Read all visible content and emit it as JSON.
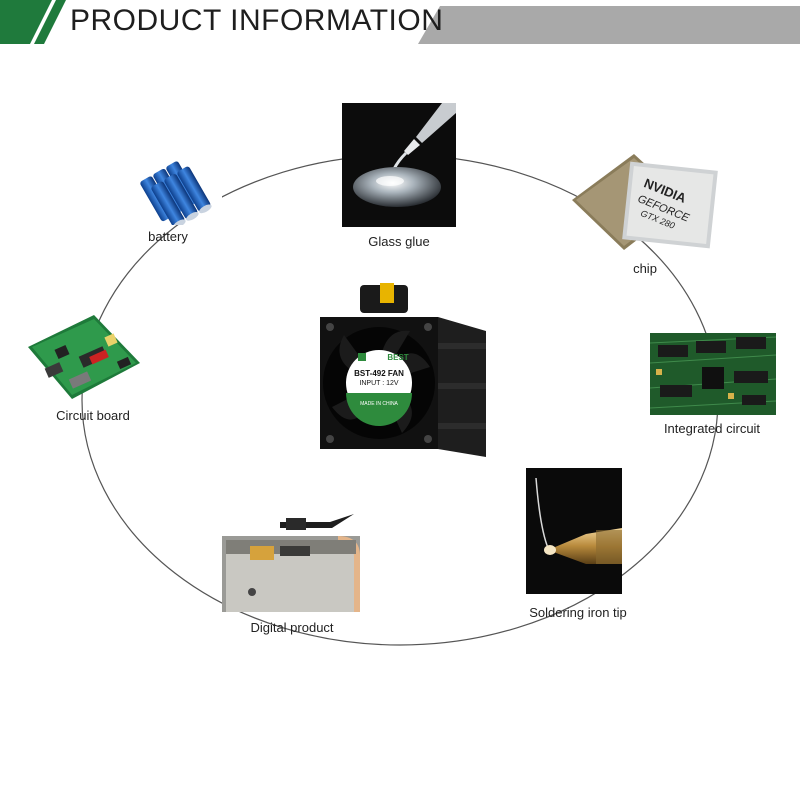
{
  "header": {
    "title": "PRODUCT INFORMATION",
    "accent_color": "#1f7a3c",
    "bar_color": "#a9a9a9"
  },
  "center_product": {
    "brand_text": "BEST",
    "model": "BST-492 FAN",
    "input": "INPUT : 12V",
    "origin": "MADE IN CHINA",
    "label_color": "#2e8b3d"
  },
  "applications": [
    {
      "name": "battery",
      "icon": "battery-cells"
    },
    {
      "name": "Glass glue",
      "icon": "glue-drop"
    },
    {
      "name": "chip",
      "icon": "gpu-chip"
    },
    {
      "name": "Circuit board",
      "icon": "green-pcb"
    },
    {
      "name": "Integrated circuit",
      "icon": "ic-board"
    },
    {
      "name": "Digital product",
      "icon": "phone-frame"
    },
    {
      "name": "Soldering iron tip",
      "icon": "soldering-tip"
    }
  ],
  "chip_text": {
    "brand": "NVIDIA",
    "model_line1": "GEFORCE",
    "model_line2": "GTX 280"
  }
}
